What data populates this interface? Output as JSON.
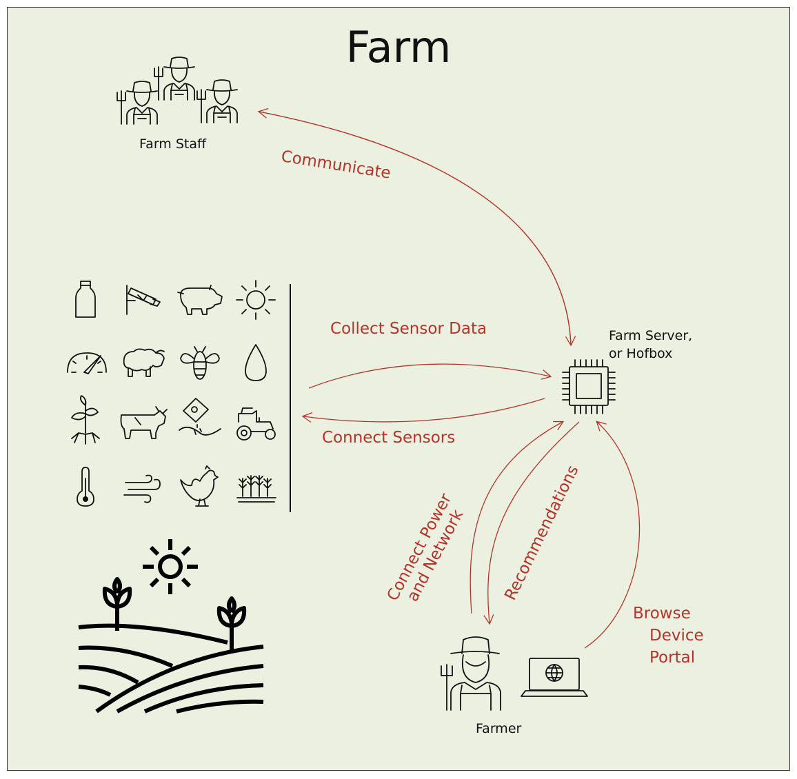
{
  "title": "Farm",
  "nodes": {
    "farm_staff": "Farm Staff",
    "farm_server_line1": "Farm Server,",
    "farm_server_line2": "or Hofbox",
    "farmer": "Farmer"
  },
  "edges": {
    "communicate": "Communicate",
    "collect_sensor_data": "Collect Sensor Data",
    "connect_sensors": "Connect Sensors",
    "connect_power_line1": "Connect Power",
    "connect_power_line2": "and Network",
    "recommendations": "Recommendations",
    "browse_line1": "Browse",
    "browse_line2": "Device",
    "browse_line3": "Portal"
  },
  "sensor_icons": [
    "milk-bottle-icon",
    "security-camera-icon",
    "pig-icon",
    "sun-icon",
    "gauge-icon",
    "sheep-icon",
    "bee-icon",
    "water-drop-icon",
    "plant-seedling-icon",
    "cow-icon",
    "seed-packet-icon",
    "tractor-icon",
    "thermometer-icon",
    "wind-icon",
    "rooster-icon",
    "wheat-field-icon"
  ],
  "colors": {
    "background": "#ecf0e0",
    "edge": "#b3352a",
    "icon": "#111111"
  }
}
